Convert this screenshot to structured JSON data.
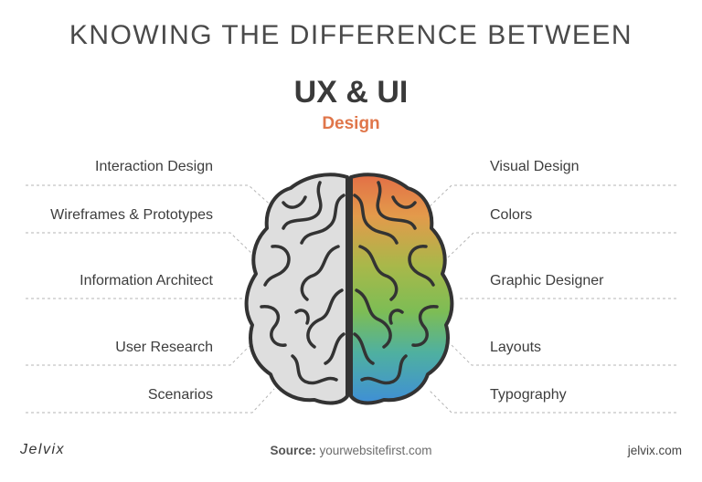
{
  "header": {
    "line1": "KNOWING THE DIFFERENCE BETWEEN",
    "line2": "UX & UI",
    "line3": "Design"
  },
  "ux_items": [
    "Interaction Design",
    "Wireframes & Prototypes",
    "Information Architect",
    "User Research",
    "Scenarios"
  ],
  "ui_items": [
    "Visual Design",
    "Colors",
    "Graphic Designer",
    "Layouts",
    "Typography"
  ],
  "footer": {
    "logo": "Jelvix",
    "source_label": "Source:",
    "source_value": "yourwebsitefirst.com",
    "site": "jelvix.com"
  },
  "colors": {
    "accent": "#e0764a",
    "brain_left": "#dcdcdc",
    "brain_outline": "#3a3a3a",
    "gradient_top": "#e0764a",
    "gradient_middle": "#8cbf4a",
    "gradient_bottom": "#3f8fd6"
  }
}
